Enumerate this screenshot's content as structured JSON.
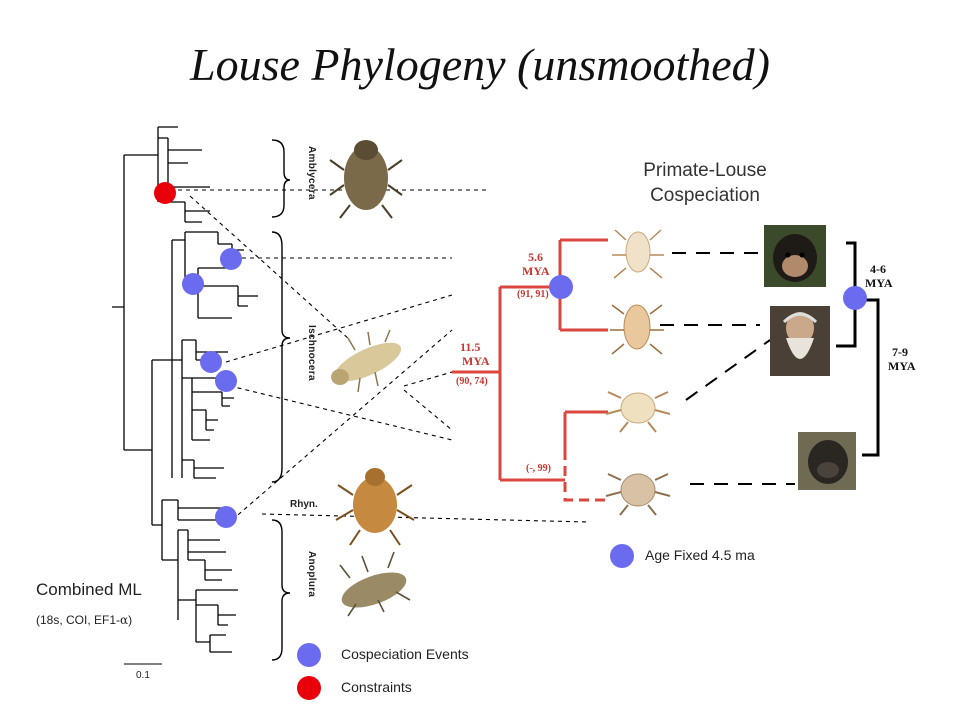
{
  "title": "Louse Phylogeny (unsmoothed)",
  "groups": {
    "amblycera": "Amblycera",
    "ischnocera": "Ischnocera",
    "rhyn": "Rhyn.",
    "anoplura": "Anoplura"
  },
  "right_title_line1": "Primate-Louse",
  "right_title_line2": "Cospeciation",
  "nodes": {
    "n1_age": "5.6",
    "n1_unit": "MYA",
    "n1_ci": "(91, 91)",
    "n2_age": "11.5",
    "n2_unit": "MYA",
    "n2_ci": "(90, 74)",
    "n3_ci": "(-, 99)"
  },
  "host_ages": {
    "a1_age": "4-6",
    "a1_unit": "MYA",
    "a2_age": "7-9",
    "a2_unit": "MYA"
  },
  "legend": {
    "age_fixed": "Age Fixed 4.5 ma",
    "cospeciation": "Cospeciation Events",
    "constraints": "Constraints"
  },
  "analysis": {
    "name": "Combined ML",
    "genes_prefix": "(18s, COI, EF1-",
    "genes_symbol": "α",
    "genes_suffix": ")"
  },
  "scale_label": "0.1",
  "colors": {
    "cospeciation": "#6b6bef",
    "constraint": "#e8000b",
    "tree_red": "#d9473f"
  }
}
